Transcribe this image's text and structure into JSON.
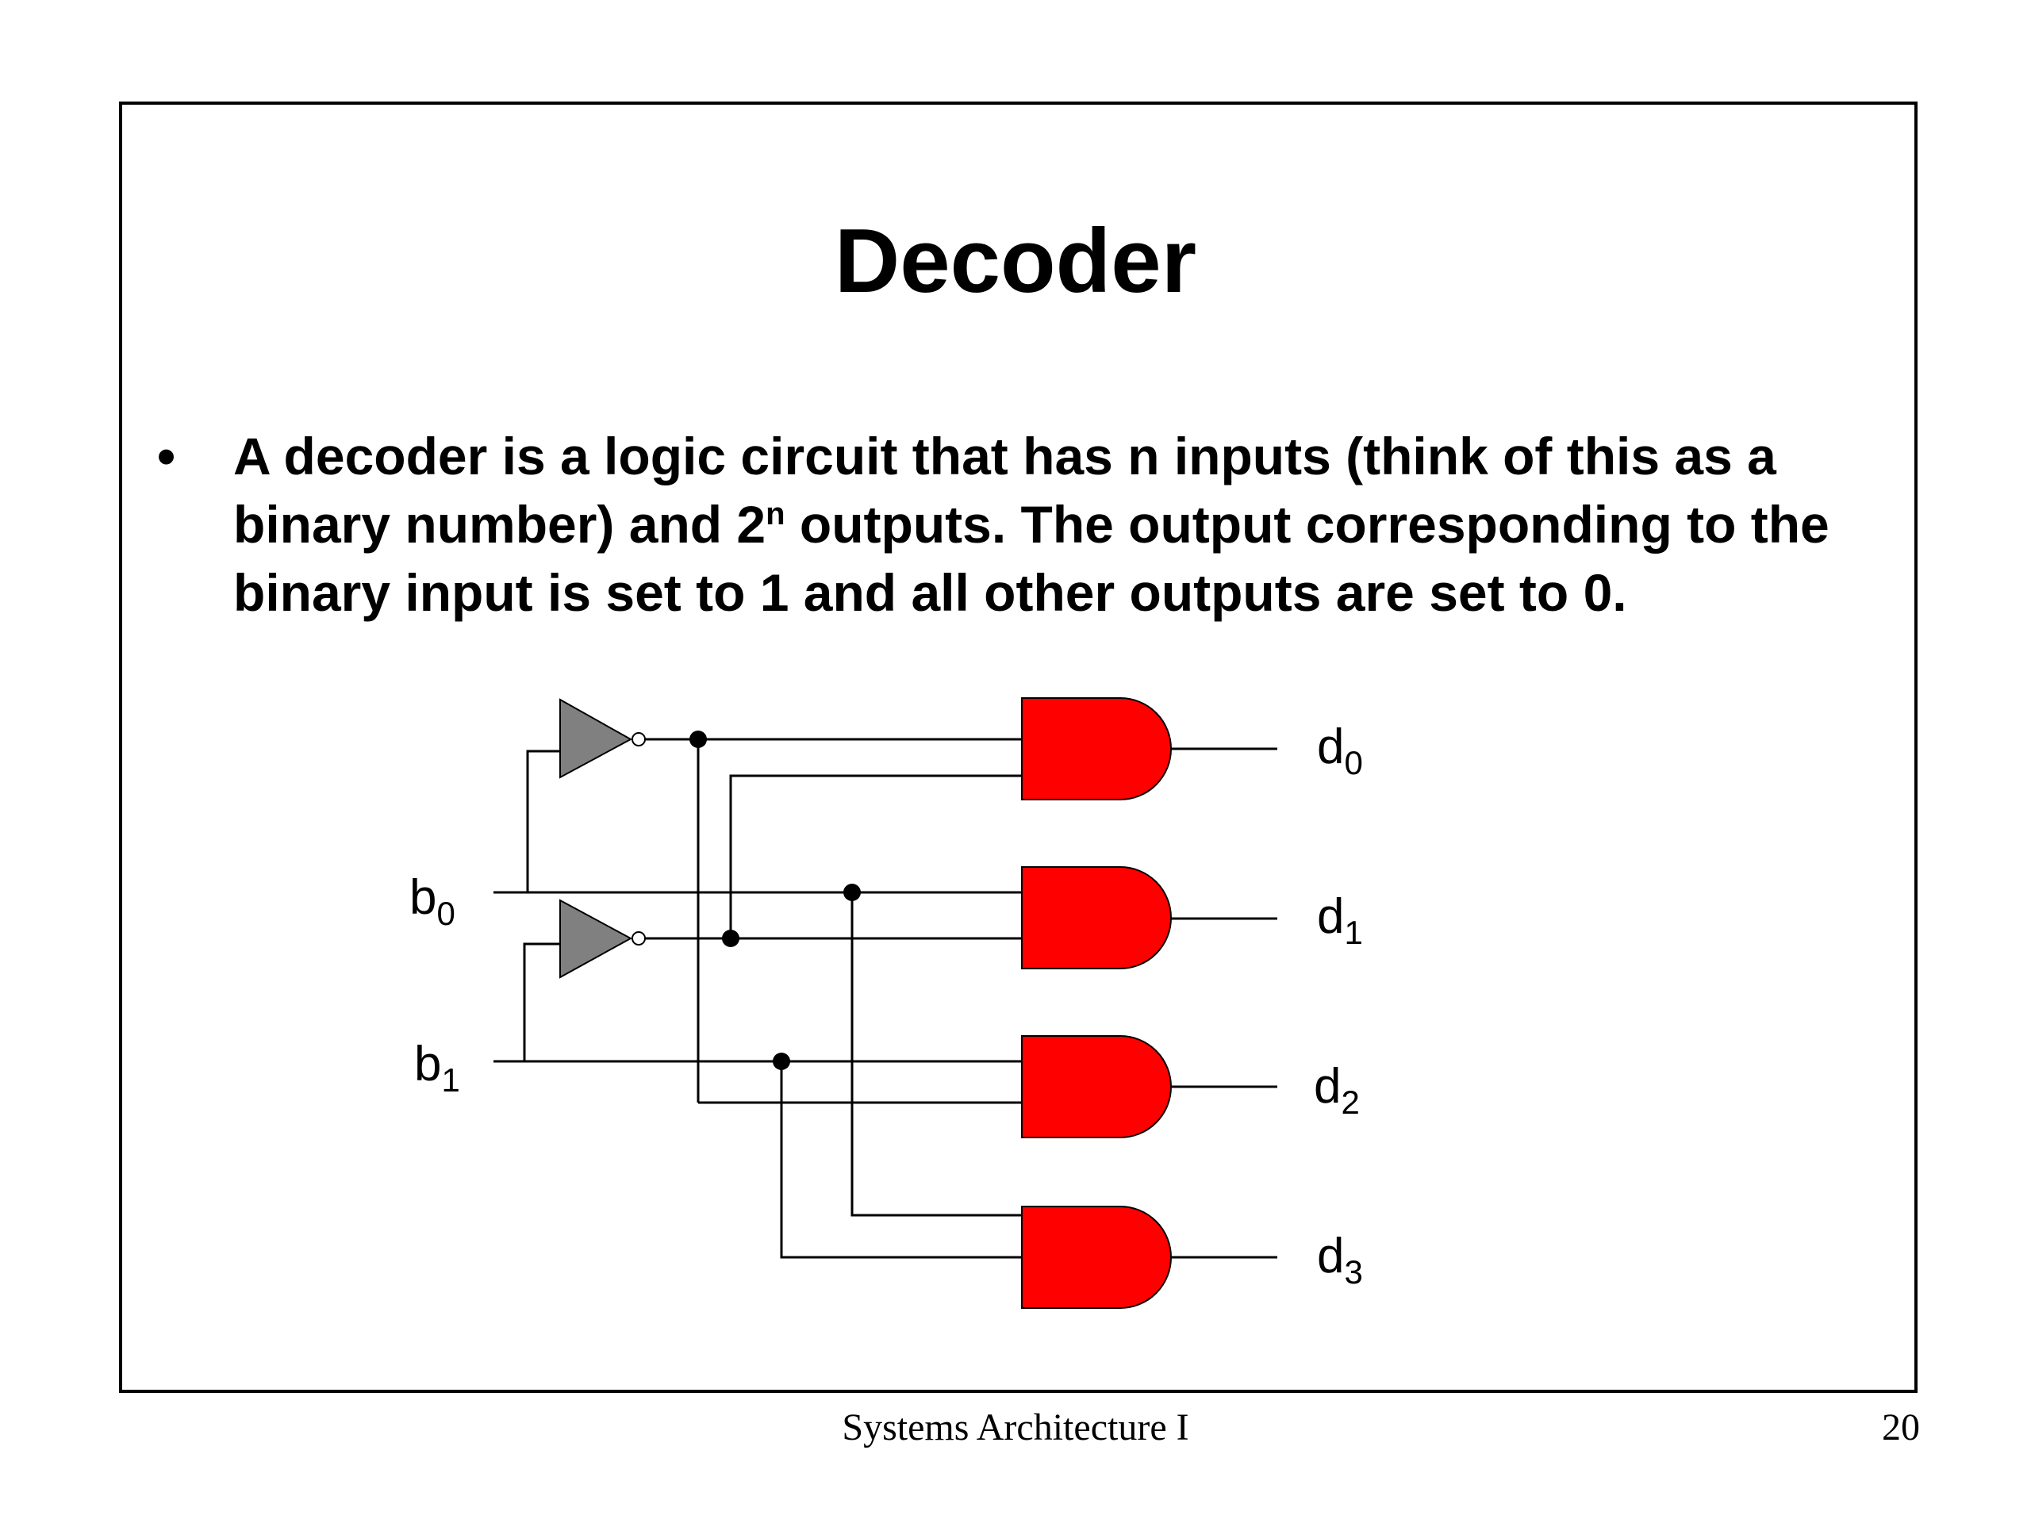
{
  "slide": {
    "title": "Decoder",
    "bullet_symbol": "•",
    "body": {
      "part1": "A decoder is a logic circuit that has n inputs (think of this as a binary number) and 2",
      "superscript": "n",
      "part2": " outputs.  The output corresponding to the binary input is set to 1 and all other outputs are set to 0."
    }
  },
  "diagram": {
    "inputs": [
      {
        "base": "b",
        "sub": "0"
      },
      {
        "base": "b",
        "sub": "1"
      }
    ],
    "outputs": [
      {
        "base": "d",
        "sub": "0"
      },
      {
        "base": "d",
        "sub": "1"
      },
      {
        "base": "d",
        "sub": "2"
      },
      {
        "base": "d",
        "sub": "3"
      }
    ],
    "colors": {
      "and_gate_fill": "#ff0000",
      "not_gate_fill": "#808080",
      "wire": "#000000"
    },
    "gate_types": [
      "NOT",
      "NOT",
      "AND",
      "AND",
      "AND",
      "AND"
    ]
  },
  "footer": {
    "course": "Systems Architecture I",
    "page_number": "20"
  }
}
